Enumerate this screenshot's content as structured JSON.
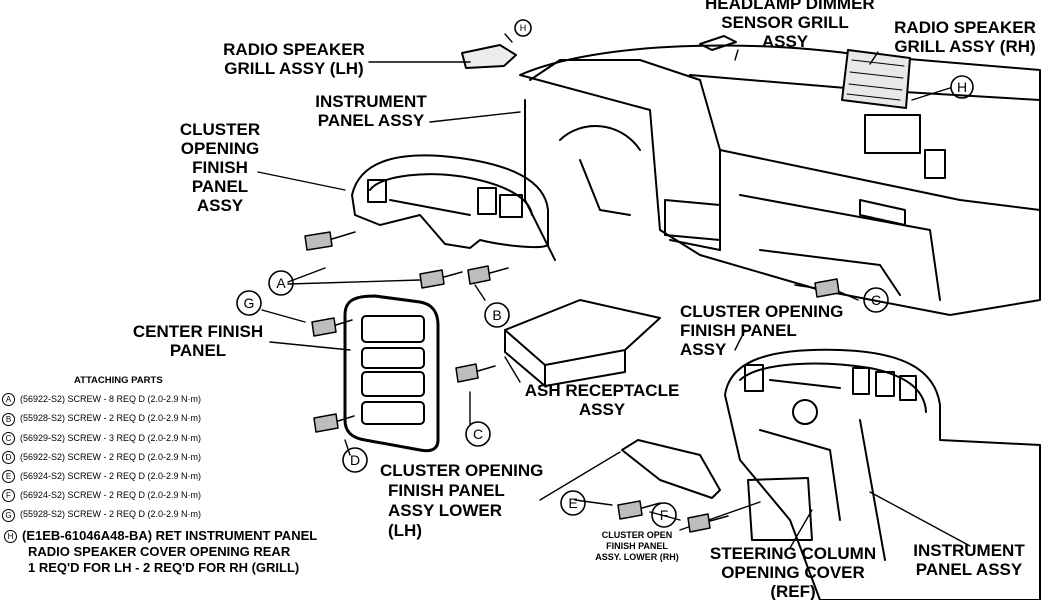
{
  "labels": {
    "radio_lh": [
      "RADIO SPEAKER",
      "GRILL ASSY (LH)"
    ],
    "headlamp": [
      "HEADLAMP DIMMER",
      "SENSOR GRILL",
      "ASSY"
    ],
    "radio_rh": [
      "RADIO SPEAKER",
      "GRILL ASSY (RH)"
    ],
    "instrument_top": [
      "INSTRUMENT",
      "PANEL ASSY"
    ],
    "cluster_finish": [
      "CLUSTER",
      "OPENING",
      "FINISH",
      "PANEL",
      "ASSY"
    ],
    "center_finish": [
      "CENTER FINISH",
      "PANEL"
    ],
    "cluster_open_right": [
      "CLUSTER OPENING",
      "FINISH PANEL",
      "ASSY"
    ],
    "ash": [
      "ASH RECEPTACLE",
      "ASSY"
    ],
    "cluster_lower": [
      "CLUSTER OPENING",
      "FINISH PANEL",
      "ASSY LOWER",
      "(LH)"
    ],
    "cluster_lower_rh": [
      "CLUSTER OPEN",
      "FINISH PANEL",
      "ASSY. LOWER (RH)"
    ],
    "steering": [
      "STEERING COLUMN",
      "OPENING COVER",
      "(REF)"
    ],
    "instrument_bottom": [
      "INSTRUMENT",
      "PANEL ASSY"
    ]
  },
  "callouts": [
    "A",
    "B",
    "C",
    "D",
    "E",
    "F",
    "G",
    "H"
  ],
  "attaching_parts": {
    "title": "ATTACHING PARTS",
    "rows": [
      {
        "key": "A",
        "text": "(56922-S2) SCREW - 8 REQ D (2.0-2.9 N·m)"
      },
      {
        "key": "B",
        "text": "(55928-S2) SCREW - 2 REQ D (2.0-2.9 N·m)"
      },
      {
        "key": "C",
        "text": "(56929-S2) SCREW - 3 REQ D (2.0-2.9 N·m)"
      },
      {
        "key": "D",
        "text": "(56922-S2) SCREW - 2 REQ D (2.0-2.9 N·m)"
      },
      {
        "key": "E",
        "text": "(56924-S2) SCREW - 2 REQ D (2.0-2.9 N·m)"
      },
      {
        "key": "F",
        "text": "(56924-S2) SCREW - 2 REQ D (2.0-2.9 N·m)"
      },
      {
        "key": "G",
        "text": "(55928-S2) SCREW - 2 REQ D (2.0-2.9 N·m)"
      }
    ]
  },
  "note": {
    "key": "H",
    "lines": [
      "(E1EB-61046A48-BA) RET INSTRUMENT PANEL",
      "RADIO SPEAKER COVER OPENING REAR",
      "1 REQ'D FOR LH - 2 REQ'D FOR RH (GRILL)"
    ]
  }
}
